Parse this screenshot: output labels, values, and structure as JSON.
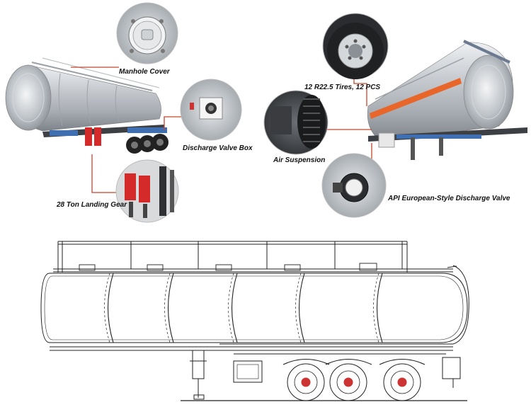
{
  "callouts": {
    "manhole_cover": "Manhole Cover",
    "discharge_valve_box": "Discharge Valve Box",
    "landing_gear": "28 Ton Landing Gear",
    "tires": "12 R22.5 Tires, 12 PCS",
    "air_suspension": "Air Suspension",
    "discharge_valve": "API European-Style Discharge Valve"
  },
  "colors": {
    "leader_line": "#c8452b",
    "drawing_line": "#222222",
    "reflective_stripe": "#e8662a",
    "tank_metal": "#c9cdd2",
    "landing_gear_red": "#d42a2a",
    "blue_frame": "#3f6fb0"
  },
  "icons": {
    "manhole": "manhole-cover-photo",
    "valve_box": "valve-box-photo",
    "landing_gear": "landing-gear-photo",
    "tire": "tire-photo",
    "suspension": "air-suspension-photo",
    "valve": "discharge-valve-photo"
  }
}
